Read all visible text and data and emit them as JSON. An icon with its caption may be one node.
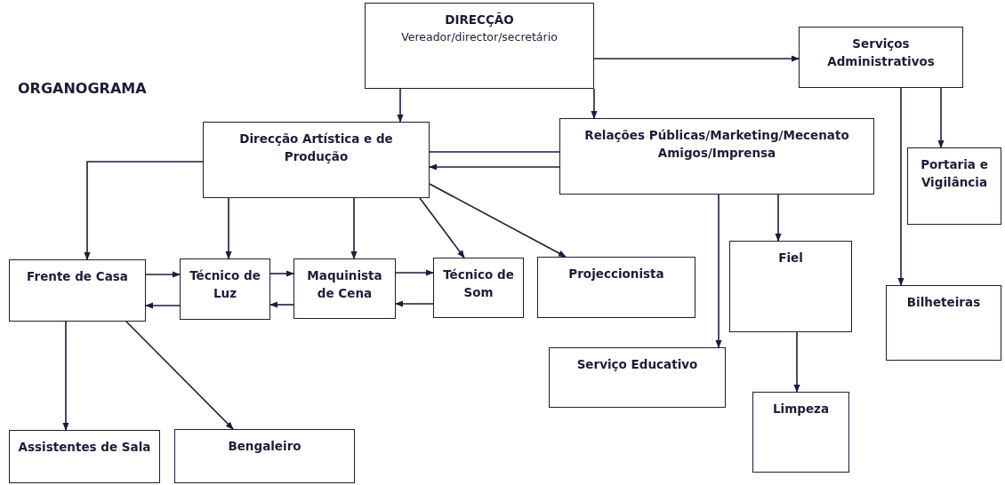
{
  "diagram": {
    "title": "ORGANOGRAMA",
    "nodes": [
      {
        "text": [
          "DIRECÇÃO",
          "Vereador/director/secretário"
        ]
      },
      {
        "text": [
          "Serviços Administrativos"
        ]
      },
      {
        "text": [
          "Direcção Artística e de Produção"
        ]
      },
      {
        "text": [
          "Relações Públicas/Marketing/Mecenato Amigos/Imprensa"
        ]
      },
      {
        "text": [
          "Portaria e Vigilância"
        ]
      },
      {
        "text": [
          "Frente de Casa"
        ]
      },
      {
        "text": [
          "Técnico de Luz"
        ]
      },
      {
        "text": [
          "Maquinista de Cena"
        ]
      },
      {
        "text": [
          "Técnico de Som"
        ]
      },
      {
        "text": [
          "Projeccionista"
        ]
      },
      {
        "text": [
          "Fiel"
        ]
      },
      {
        "text": [
          "Serviço Educativo"
        ]
      },
      {
        "text": [
          "Bilheteiras"
        ]
      },
      {
        "text": [
          "Limpeza"
        ]
      },
      {
        "text": [
          "Assistentes de Sala"
        ]
      },
      {
        "text": [
          "Bengaleiro"
        ]
      }
    ],
    "edges": [
      {
        "from": 0,
        "to": 1,
        "arrow": "to"
      },
      {
        "from": 0,
        "to": 2,
        "arrow": "to"
      },
      {
        "from": 0,
        "to": 3,
        "arrow": "to"
      },
      {
        "from": 2,
        "to": 3,
        "arrow": "none"
      },
      {
        "from": 3,
        "to": 2,
        "arrow": "to"
      },
      {
        "from": 2,
        "to": 5,
        "arrow": "to"
      },
      {
        "from": 2,
        "to": 6,
        "arrow": "to"
      },
      {
        "from": 2,
        "to": 7,
        "arrow": "to"
      },
      {
        "from": 2,
        "to": 8,
        "arrow": "to"
      },
      {
        "from": 2,
        "to": 9,
        "arrow": "to"
      },
      {
        "from": 5,
        "to": 6,
        "arrow": "to"
      },
      {
        "from": 6,
        "to": 5,
        "arrow": "to"
      },
      {
        "from": 6,
        "to": 7,
        "arrow": "to"
      },
      {
        "from": 7,
        "to": 6,
        "arrow": "to"
      },
      {
        "from": 7,
        "to": 8,
        "arrow": "to"
      },
      {
        "from": 8,
        "to": 7,
        "arrow": "to"
      },
      {
        "from": 3,
        "to": 11,
        "arrow": "to"
      },
      {
        "from": 3,
        "to": 10,
        "arrow": "to"
      },
      {
        "from": 1,
        "to": 12,
        "arrow": "to"
      },
      {
        "from": 1,
        "to": 4,
        "arrow": "to"
      },
      {
        "from": 10,
        "to": 13,
        "arrow": "to"
      },
      {
        "from": 5,
        "to": 14,
        "arrow": "to"
      },
      {
        "from": 5,
        "to": 15,
        "arrow": "to"
      }
    ]
  }
}
